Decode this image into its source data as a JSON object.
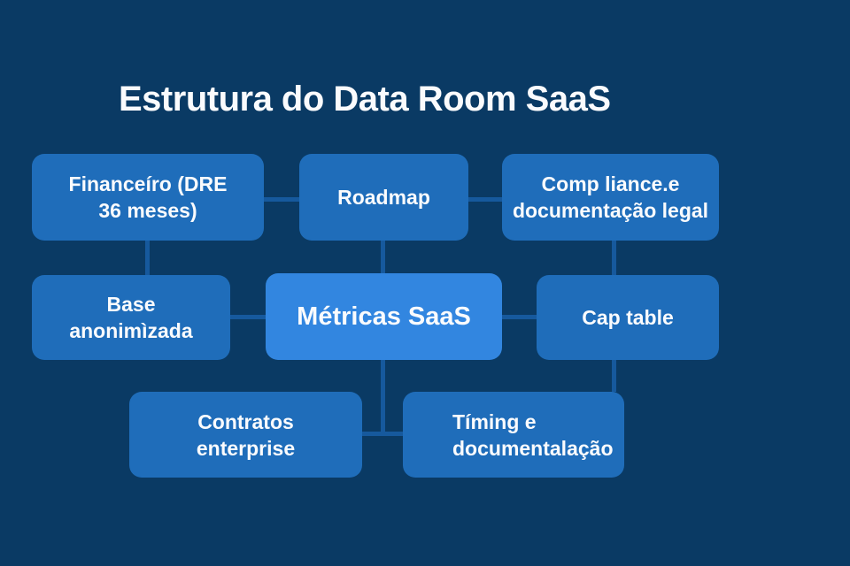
{
  "title": "Estrutura do Data Room SaaS",
  "colors": {
    "background": "#0a3a64",
    "box": "#1f6dba",
    "box_highlight": "#3286e0",
    "connector": "#16599d",
    "text": "#fafbfd"
  },
  "diagram": {
    "nodes": {
      "financeiro": {
        "line1": "Financeíro (DRE",
        "line2": "36 meses)"
      },
      "roadmap": {
        "line1": "Roadmap",
        "line2": ""
      },
      "compliance": {
        "line1": "Comp liance.e",
        "line2": "documentação legal"
      },
      "base": {
        "line1": "Base",
        "line2": "anonimìzada"
      },
      "metricas": {
        "line1": "Métricas SaaS",
        "line2": ""
      },
      "captable": {
        "line1": "Cap table",
        "line2": ""
      },
      "contratos": {
        "line1": "Contratos",
        "line2": "enterprise"
      },
      "timing": {
        "line1": "Tíming e",
        "line2": "documentalação"
      }
    }
  }
}
